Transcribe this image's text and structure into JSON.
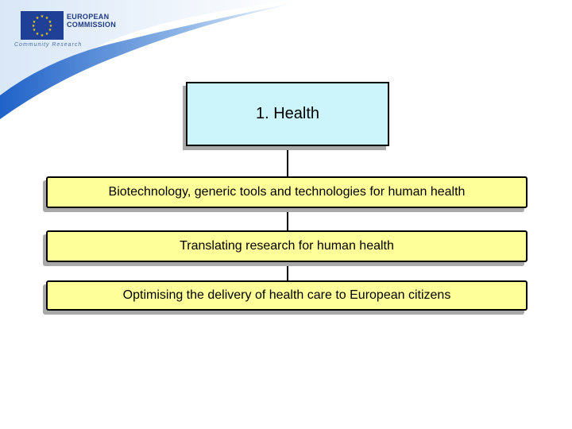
{
  "header": {
    "logo_line1": "EUROPEAN",
    "logo_line2": "COMMISSION",
    "tagline": "Community Research",
    "flag_icon": "eu-flag-icon"
  },
  "diagram": {
    "root": "1. Health",
    "children": [
      "Biotechnology, generic tools and technologies for human health",
      "Translating research for human health",
      "Optimising the delivery of health care to European citizens"
    ]
  },
  "colors": {
    "root_fill": "#ccf5fb",
    "child_fill": "#ffff99",
    "swoosh_blue": "#3a78d0",
    "flag_blue": "#203f96"
  }
}
